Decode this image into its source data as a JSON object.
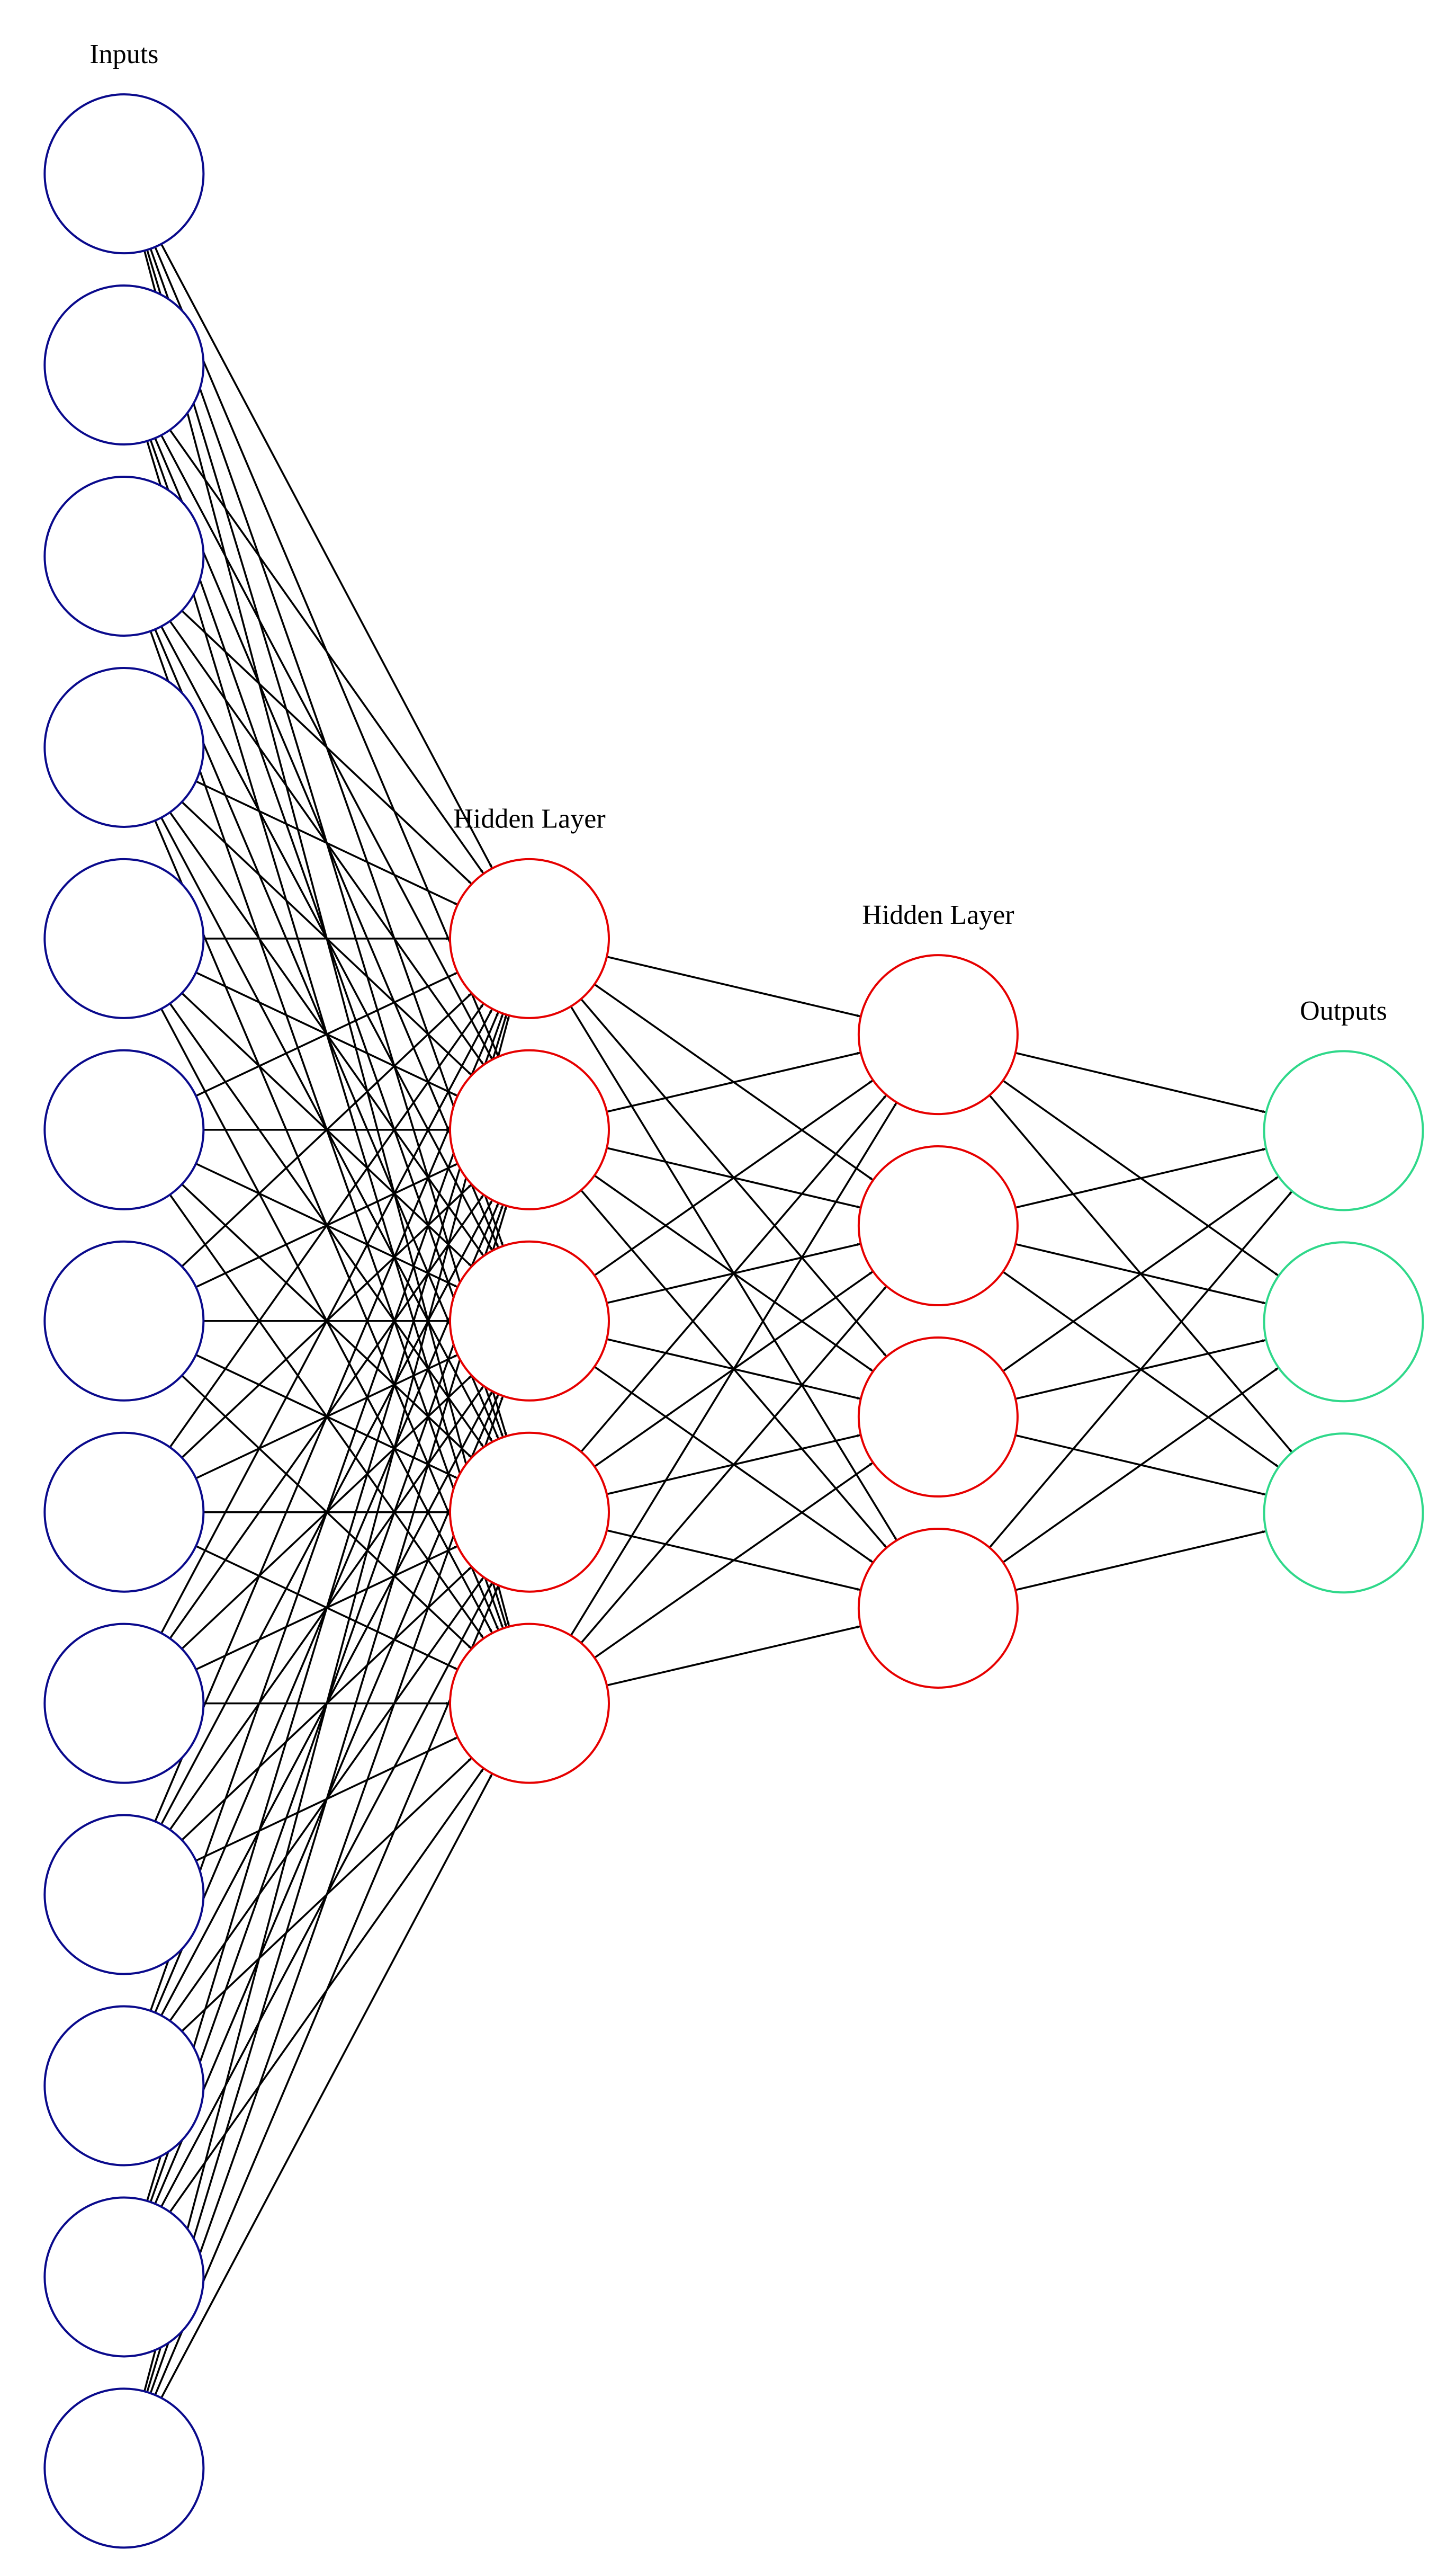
{
  "diagram": {
    "layers": [
      {
        "title": "Inputs",
        "node_count": 13,
        "color": "#0a0a8c"
      },
      {
        "title": "Hidden Layer",
        "node_count": 5,
        "color": "#e60000"
      },
      {
        "title": "Hidden Layer",
        "node_count": 4,
        "color": "#e60000"
      },
      {
        "title": "Outputs",
        "node_count": 3,
        "color": "#2fd88a"
      }
    ],
    "connections": "fully-connected between consecutive layers",
    "edge_color": "#000000"
  }
}
